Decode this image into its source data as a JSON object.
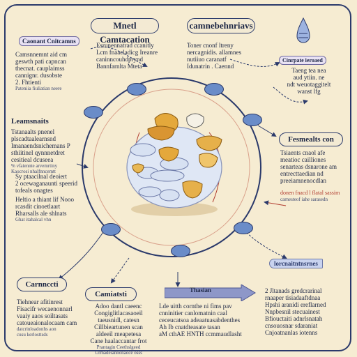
{
  "colors": {
    "background": "#f6ecd2",
    "border": "#2b3a6b",
    "node": "#6a8cc8",
    "accent_red": "#b03a2e",
    "food_gold": "#e4a83b",
    "bowl_blue": "#d7e1f2"
  },
  "titles": {
    "center_top": "Mnetl Camtacation",
    "right_top": "camnebehnriavs"
  },
  "top_left": {
    "header": "Caonant Cnitcamns",
    "lines": [
      "Camsnnemnt aid cm",
      "geswth pati capncan",
      "thecnat. cauplaimss",
      "cannignr. dusobste",
      "2. Fhtienti",
      "Pateniia fiuliatian neere"
    ]
  },
  "top_center": {
    "lines": [
      "Esrunennatrad ccanitly",
      "Lcm fnaacladicg Ireanre",
      "caninncouhdprynd",
      "Bannfarnlta Mteta"
    ]
  },
  "top_right_center": {
    "lines": [
      "Toner cnonf ltreny",
      "nercagnidis. allamnes",
      "nutiiuo caranatf",
      "Idunatrin . Caennd"
    ]
  },
  "right_upper": {
    "tag": "Cinrpate ieroaed",
    "lines": [
      "Taeng tea nea",
      "aud ytiin. ne",
      "ndt weuotaggitelt",
      "wanst lfg"
    ]
  },
  "left_mid": {
    "header": "Leamsnaits",
    "lines": [
      "Tstanaalts pnenel",
      "plscadtaalearnsnd",
      "Imanaendsnichemans P",
      "sthiitinel qynnnetdret",
      "cesitieal dcuseea"
    ],
    "small": [
      "% vfaiennte arvemrtiny",
      "Kaocrosi nhalfnncemtt"
    ]
  },
  "left_lower": {
    "lines": [
      "Sy ptaacilnal deoiert",
      "2 ocewaganaunti speerid",
      "tofeals onagtes",
      "Heltio a thiant lif Nooo",
      "rcasdit cinoetlaart",
      "Rharsalls ale shlnats"
    ],
    "small": [
      "Ghat itahalcal vhn"
    ]
  },
  "right_mid": {
    "header": "Fesmealts con",
    "lines": [
      "Tsiaents cnaol afe",
      "meatioc cailliones",
      "senarteas dsnarone am",
      "entrecttaedian nd",
      "preeiamnenocdlan"
    ],
    "red": "donen fnacd l flatal sassim",
    "small": [
      "carnesteof iahe sarasedn"
    ]
  },
  "bottom_left": {
    "pill": "Carnnccti",
    "lines": [
      "Tiehnear afitinrest",
      "Fisacifr wecaenonnarl",
      "vaaiy aaos soiltasats",
      "catoueaionalocaam cam",
      "datcrinloadonhs aon"
    ],
    "small": [
      "cusu kerlosttsds"
    ]
  },
  "bottom_center_left": {
    "pill": "Camiatsti",
    "lines": [
      "Adoo dantl caeenc",
      "Congiglitlacasaoeil",
      "taeusnidl, catesn",
      "Cillbieartunen scan",
      "aldeeil rneapetesa",
      "Cane haalaccantar frot"
    ],
    "small": [
      "Prantagin Ceethslgeed",
      "Urmadeiannonaoce osss"
    ]
  },
  "bottom_center": {
    "arrow_label": "Thasian",
    "lines": [
      "Lde uitth cornthe ni fims pav",
      "cnninitier canlomatnin caal",
      "ceceucatsoa adeaatuasabdenthes",
      "Ah Ib cnatdteasate tasan",
      "aM cthAE HNTH ccmmaudlasht"
    ]
  },
  "bottom_right": {
    "ribbon": "lorcnaitntnsrnes",
    "lines": [
      "2 Jltanads gredcrarinal",
      "rnaaper tisiadaaftdnaa",
      "Hpshi aranidi ereflarned",
      "Nnpbesnil stecuainest",
      "Bfiouctaiti adnrlsnatah",
      "cnsouosnar sdaraniat",
      "Cnjoatnanlas iotenns"
    ]
  }
}
